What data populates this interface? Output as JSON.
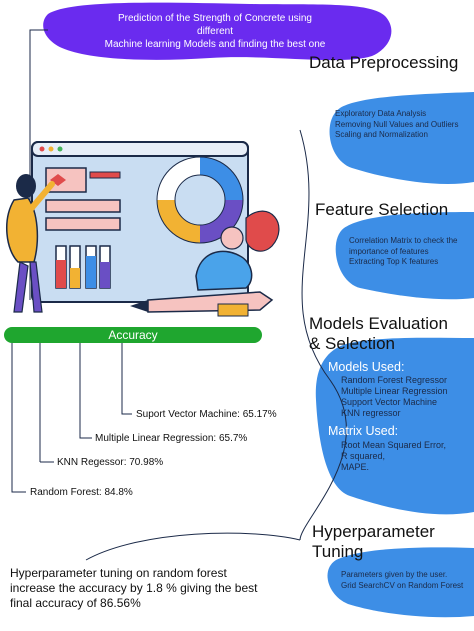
{
  "banner": {
    "line1": "Prediction of the Strength of Concrete using different",
    "line2": "Machine learning Models and finding the best one"
  },
  "sections": {
    "data_preprocessing": {
      "title": "Data Preprocessing",
      "items": [
        "Exploratory Data Analysis",
        "Removing Null Values and Outliers",
        "Scaling and Normalization"
      ]
    },
    "feature_selection": {
      "title": "Feature Selection",
      "items": [
        "Correlation Matrix to check the",
        "importance of features",
        "Extracting Top K features"
      ]
    },
    "models_evaluation": {
      "title_line1": "Models Evaluation",
      "title_line2": "& Selection",
      "models_heading": "Models Used:",
      "models": [
        "Random Forest Regressor",
        "Multiple Linear Regression",
        "Support Vector Machine",
        "KNN regressor"
      ],
      "matrix_heading": "Matrix Used:",
      "metrics": [
        "Root Mean Squared Error,",
        "R squared,",
        "MAPE."
      ]
    },
    "hyperparameter_tuning": {
      "title_line1": "Hyperparameter",
      "title_line2": "Tuning",
      "items": [
        "Parameters given by the user.",
        "Grid SearchCV on Random Forest"
      ]
    }
  },
  "accuracy": {
    "label": "Accuracy",
    "results": [
      "Suport Vector Machine: 65.17%",
      "Multiple Linear Regression: 65.7%",
      "KNN Regessor: 70.98%",
      "Random Forest: 84.8%"
    ]
  },
  "conclusion": "Hyperparameter tuning on random forest increase the accuracy by 1.8 % giving the best final accuracy of 86.56%",
  "colors": {
    "purple": "#6a2bef",
    "blue": "#3d8ee6",
    "green": "#1fa62f",
    "dark_navy": "#1b2a48"
  }
}
